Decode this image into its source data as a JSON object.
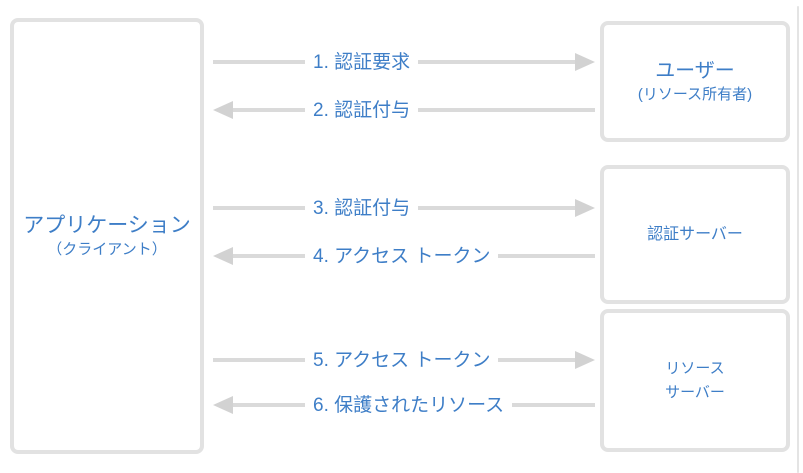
{
  "colors": {
    "text_blue": "#3e7ec7",
    "box_border_gray": "#e2e2e2",
    "arrow_line_gray": "#dadada",
    "arrow_head_gray": "#d2d2d2"
  },
  "boxes": {
    "client": {
      "title": "アプリケーション",
      "subtitle": "（クライアント）"
    },
    "user": {
      "title": "ユーザー",
      "subtitle": "(リソース所有者)"
    },
    "auth_server": {
      "title": "認証サーバー"
    },
    "resource_server": {
      "line1": "リソース",
      "line2": "サーバー"
    }
  },
  "arrows": [
    {
      "label": "1. 認証要求",
      "direction": "right"
    },
    {
      "label": "2. 認証付与",
      "direction": "left"
    },
    {
      "label": "3. 認証付与",
      "direction": "right"
    },
    {
      "label": "4. アクセス トークン",
      "direction": "left"
    },
    {
      "label": "5. アクセス トークン",
      "direction": "right"
    },
    {
      "label": "6. 保護されたリソース",
      "direction": "left"
    }
  ]
}
